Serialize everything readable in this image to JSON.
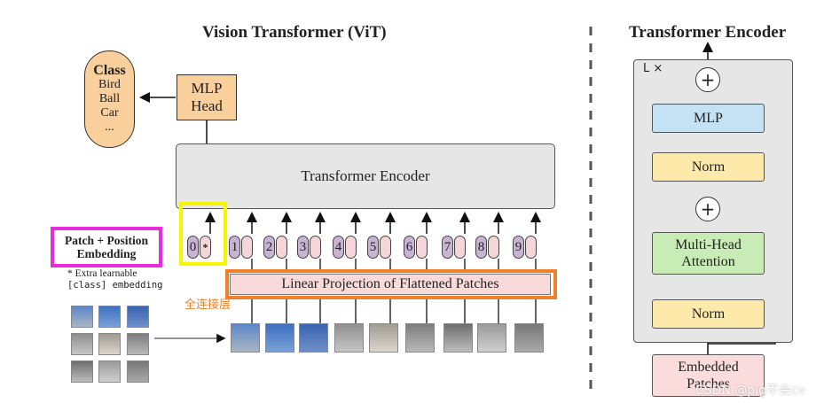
{
  "left_diagram": {
    "title": "Vision Transformer (ViT)",
    "class_box": {
      "heading": "Class",
      "items": [
        "Bird",
        "Ball",
        "Car",
        "..."
      ]
    },
    "mlp_head": {
      "line1": "MLP",
      "line2": "Head"
    },
    "transformer_encoder": "Transformer Encoder",
    "patch_embedding_label": {
      "line1": "Patch + Position",
      "line2": "Embedding"
    },
    "extra_learnable_note": {
      "line1": "* Extra learnable",
      "line2": "[class] embedding"
    },
    "linear_projection": "Linear Projection of Flattened Patches",
    "annotation_fc": "全连接层",
    "token_positions": [
      "0",
      "1",
      "2",
      "3",
      "4",
      "5",
      "6",
      "7",
      "8",
      "9"
    ],
    "class_token_symbol": "*"
  },
  "right_diagram": {
    "title": "Transformer Encoder",
    "repeat_label": "L ×",
    "mlp": "MLP",
    "norm_top": "Norm",
    "multi_head_attention": {
      "line1": "Multi-Head",
      "line2": "Attention"
    },
    "norm_bottom": "Norm",
    "embedded_patches": {
      "line1": "Embedded",
      "line2": "Patches"
    },
    "plus_symbol": "+"
  },
  "watermark": "CSDN @pig不会cv",
  "colors": {
    "class_box": "#f9cf9b",
    "mlp_head": "#f9cf9b",
    "encoder_box": "#e6e6e6",
    "token_purple": "#c8b3d5",
    "token_pink": "#f4d5d8",
    "linear_projection": "#f9dada",
    "highlight_magenta": "#e82bdc",
    "highlight_yellow": "#f6f600",
    "highlight_orange": "#f0802a",
    "annotation_orange": "#f0802a",
    "mlp_blue": "#c5e2f5",
    "norm_yellow": "#fde9a9",
    "mha_green": "#c9ebb5",
    "embedded_pink": "#fbdcdc"
  }
}
